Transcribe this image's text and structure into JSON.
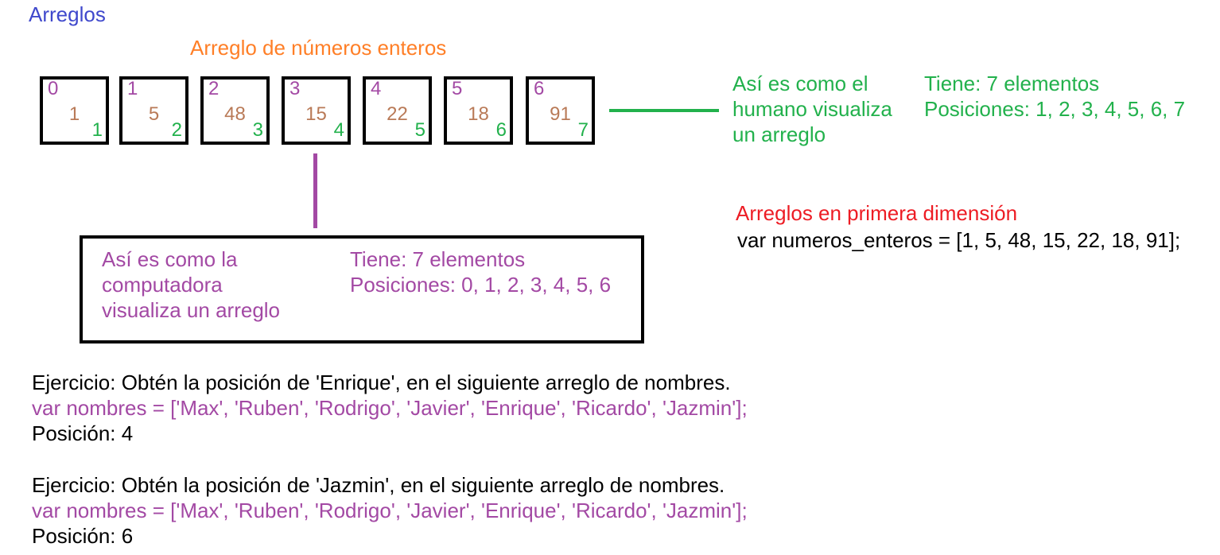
{
  "title": "Arreglos",
  "array_title": "Arreglo de números enteros",
  "cells": [
    {
      "index": "0",
      "value": "1",
      "position": "1"
    },
    {
      "index": "1",
      "value": "5",
      "position": "2"
    },
    {
      "index": "2",
      "value": "48",
      "position": "3"
    },
    {
      "index": "3",
      "value": "15",
      "position": "4"
    },
    {
      "index": "4",
      "value": "22",
      "position": "5"
    },
    {
      "index": "5",
      "value": "18",
      "position": "6"
    },
    {
      "index": "6",
      "value": "91",
      "position": "7"
    }
  ],
  "human": {
    "lines": [
      "Así es como el",
      "humano visualiza",
      "un arreglo"
    ],
    "count": "Tiene: 7 elementos",
    "positions": "Posiciones: 1, 2, 3, 4, 5, 6, 7"
  },
  "computer": {
    "lines": [
      "Así es como la",
      "computadora",
      "visualiza un arreglo"
    ],
    "count": "Tiene: 7 elementos",
    "positions": "Posiciones: 0, 1, 2, 3, 4, 5, 6"
  },
  "first_dimension": {
    "heading": "Arreglos en primera dimensión",
    "code": "var numeros_enteros = [1, 5, 48, 15, 22, 18, 91];"
  },
  "exercises": [
    {
      "prompt": "Ejercicio: Obtén la posición de 'Enrique', en el siguiente arreglo de nombres.",
      "code": "var nombres = ['Max', 'Ruben', 'Rodrigo', 'Javier', 'Enrique', 'Ricardo', 'Jazmin'];",
      "answer": "Posición: 4"
    },
    {
      "prompt": "Ejercicio: Obtén la posición de 'Jazmin', en el siguiente arreglo de nombres.",
      "code": "var nombres = ['Max', 'Ruben', 'Rodrigo', 'Javier', 'Enrique', 'Ricardo', 'Jazmin'];",
      "answer": "Posición: 6"
    }
  ]
}
